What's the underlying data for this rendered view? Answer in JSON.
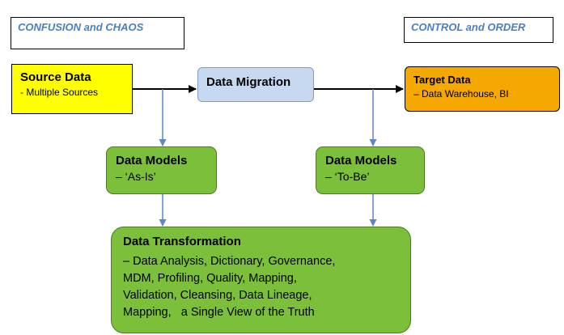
{
  "labels": {
    "left": "CONFUSION and CHAOS",
    "right": "CONTROL and ORDER"
  },
  "nodes": {
    "source": {
      "title": "Source Data",
      "subtitle": "- Multiple Sources"
    },
    "migration": {
      "title": "Data Migration"
    },
    "target": {
      "title": "Target Data",
      "subtitle": "– Data Warehouse, BI"
    },
    "models_as_is": {
      "title": "Data Models",
      "subtitle": "– ‘As-Is’"
    },
    "models_to_be": {
      "title": "Data Models",
      "subtitle": "– ‘To-Be’"
    },
    "transformation": {
      "title": "Data Transformation",
      "lines": [
        "– Data Analysis, Dictionary, Governance,",
        "MDM, Profiling, Quality, Mapping,",
        "Validation, Cleansing, Data Lineage,",
        "Mapping,   a Single View of the Truth"
      ]
    }
  },
  "colors": {
    "source_fill": "#ffff00",
    "migration_fill": "#c6d9f1",
    "target_fill": "#f5a800",
    "green_fill": "#7bbf3a",
    "green_border": "#4e7a22",
    "label_text": "#4a7fc0",
    "connector_blue": "#5b87c5"
  }
}
